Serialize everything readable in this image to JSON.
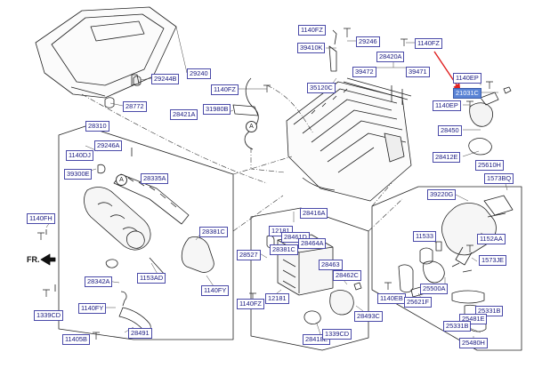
{
  "diagram": {
    "highlight_color": "#5a84d6",
    "arrow_color": "#e02020",
    "label_border_color": "#4a4aa8",
    "direction_label": "FR.",
    "callouts": [
      "A",
      "A"
    ],
    "labels": [
      {
        "id": "29240",
        "text": "29240"
      },
      {
        "id": "29244B",
        "text": "29244B"
      },
      {
        "id": "28772",
        "text": "28772"
      },
      {
        "id": "1140FZ-1",
        "text": "1140FZ"
      },
      {
        "id": "39410K",
        "text": "39410K"
      },
      {
        "id": "29246-1",
        "text": "29246"
      },
      {
        "id": "1140FZ-2",
        "text": "1140FZ"
      },
      {
        "id": "28420A",
        "text": "28420A"
      },
      {
        "id": "39472",
        "text": "39472"
      },
      {
        "id": "39471",
        "text": "39471"
      },
      {
        "id": "1140EP-1",
        "text": "1140EP"
      },
      {
        "id": "21031C",
        "text": "21031C"
      },
      {
        "id": "1140EP-2",
        "text": "1140EP"
      },
      {
        "id": "1140FZ-3",
        "text": "1140FZ"
      },
      {
        "id": "35120C",
        "text": "35120C"
      },
      {
        "id": "28421A",
        "text": "28421A"
      },
      {
        "id": "31980B",
        "text": "31980B"
      },
      {
        "id": "28310",
        "text": "28310"
      },
      {
        "id": "29246A",
        "text": "29246A"
      },
      {
        "id": "1140DJ",
        "text": "1140DJ"
      },
      {
        "id": "39300E",
        "text": "39300E"
      },
      {
        "id": "28335A",
        "text": "28335A"
      },
      {
        "id": "1140FH",
        "text": "1140FH"
      },
      {
        "id": "28381C",
        "text": "28381C"
      },
      {
        "id": "28342A",
        "text": "28342A"
      },
      {
        "id": "1153AD",
        "text": "1153AD"
      },
      {
        "id": "1140FY-1",
        "text": "1140FY"
      },
      {
        "id": "1339CD-1",
        "text": "1339CD"
      },
      {
        "id": "1140FY-2",
        "text": "1140FY"
      },
      {
        "id": "28491",
        "text": "28491"
      },
      {
        "id": "11405B",
        "text": "11405B"
      },
      {
        "id": "28450",
        "text": "28450"
      },
      {
        "id": "28412E",
        "text": "28412E"
      },
      {
        "id": "25610H",
        "text": "25610H"
      },
      {
        "id": "1573BQ",
        "text": "1573BQ"
      },
      {
        "id": "39220G",
        "text": "39220G"
      },
      {
        "id": "28416A",
        "text": "28416A"
      },
      {
        "id": "12181",
        "text": "12181"
      },
      {
        "id": "28461D",
        "text": "28461D"
      },
      {
        "id": "28464A",
        "text": "28464A"
      },
      {
        "id": "28381C-2",
        "text": "28381C"
      },
      {
        "id": "28527",
        "text": "28527"
      },
      {
        "id": "28463",
        "text": "28463"
      },
      {
        "id": "28462C",
        "text": "28462C"
      },
      {
        "id": "1140FZ-4",
        "text": "1140FZ"
      },
      {
        "id": "12181-2",
        "text": "12181"
      },
      {
        "id": "28493C",
        "text": "28493C"
      },
      {
        "id": "28418E",
        "text": "28418E"
      },
      {
        "id": "1339CD-2",
        "text": "1339CD"
      },
      {
        "id": "11533",
        "text": "11533"
      },
      {
        "id": "1152AA",
        "text": "1152AA"
      },
      {
        "id": "1573JE",
        "text": "1573JE"
      },
      {
        "id": "25500A",
        "text": "25500A"
      },
      {
        "id": "1140EB",
        "text": "1140EB"
      },
      {
        "id": "25621F",
        "text": "25621F"
      },
      {
        "id": "25331B-1",
        "text": "25331B"
      },
      {
        "id": "25481E",
        "text": "25481E"
      },
      {
        "id": "25331B-2",
        "text": "25331B"
      },
      {
        "id": "25480H",
        "text": "25480H"
      }
    ]
  }
}
